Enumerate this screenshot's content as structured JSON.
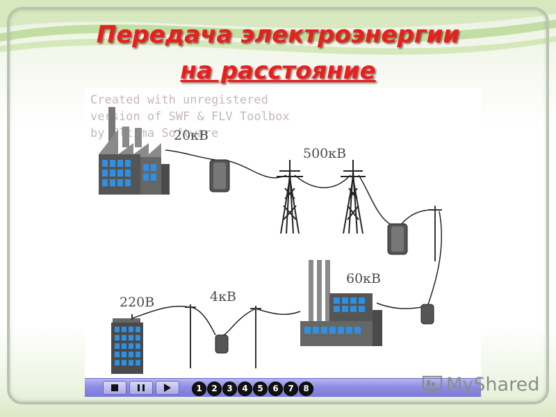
{
  "slide": {
    "title_line1": "Передача электроэнергии",
    "title_line2": "на расстояние"
  },
  "watermark": {
    "lines": [
      "Created with unregistered",
      "version of SWF & FLV Toolbox",
      "by Eltima Software"
    ]
  },
  "voltages": {
    "plant": "20кВ",
    "transmission": "500кВ",
    "factory": "60кВ",
    "distribution": "4кВ",
    "house": "220В"
  },
  "toolbar": {
    "stop_icon": "stop-icon",
    "pause_icon": "pause-icon",
    "play_icon": "play-icon",
    "scenes": [
      "1",
      "2",
      "3",
      "4",
      "5",
      "6",
      "7",
      "8"
    ]
  },
  "logo": {
    "text": "MyShared"
  },
  "colors": {
    "title": "#e8201d",
    "building_blue": "#2f8fe0",
    "toolbar": "#8d8de4"
  }
}
